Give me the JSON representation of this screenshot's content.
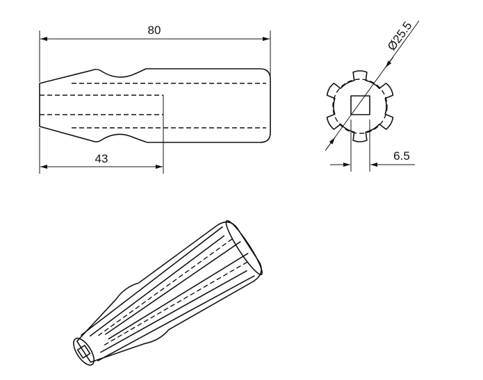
{
  "dimensions": {
    "overall_length": "80",
    "socket_depth": "43",
    "outer_diameter": "Ø25.5",
    "square_width": "6.5"
  },
  "colors": {
    "line": "#111111",
    "background": "#ffffff"
  }
}
